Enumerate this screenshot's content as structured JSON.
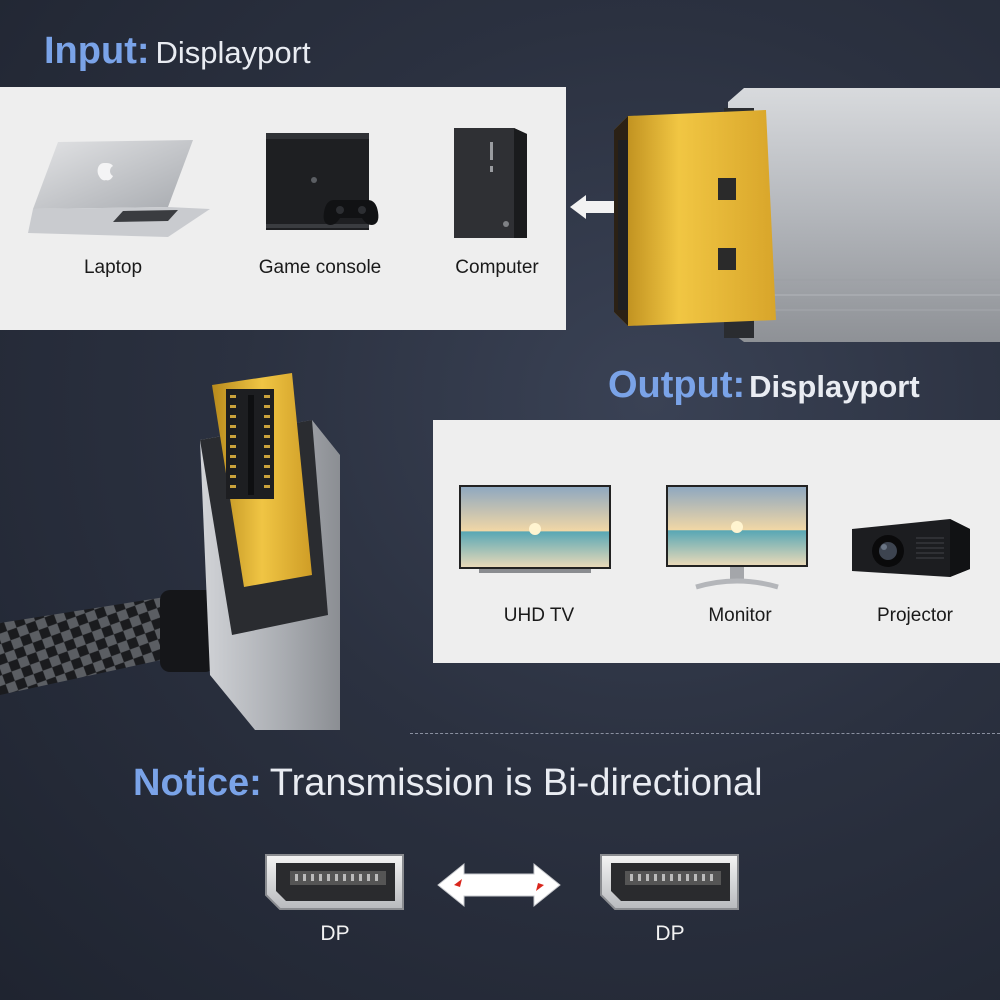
{
  "input": {
    "label": "Input:",
    "value": "Displayport",
    "devices": [
      "Laptop",
      "Game console",
      "Computer"
    ]
  },
  "output": {
    "label": "Output:",
    "value": "Displayport",
    "devices": [
      "UHD TV",
      "Monitor",
      "Projector"
    ]
  },
  "notice": {
    "label": "Notice:",
    "text": "Transmission is Bi-directional",
    "ports": [
      "DP",
      "DP"
    ]
  },
  "colors": {
    "accent": "#7aa3e8",
    "background": "#2b3140",
    "panel": "#eeeeee",
    "gold": "#d9a92a",
    "aluminum": "#b9bcc2"
  },
  "icons": [
    "laptop-icon",
    "game-console-icon",
    "computer-tower-icon",
    "uhd-tv-icon",
    "monitor-icon",
    "projector-icon",
    "dp-port-icon",
    "bidirectional-arrow-icon"
  ]
}
